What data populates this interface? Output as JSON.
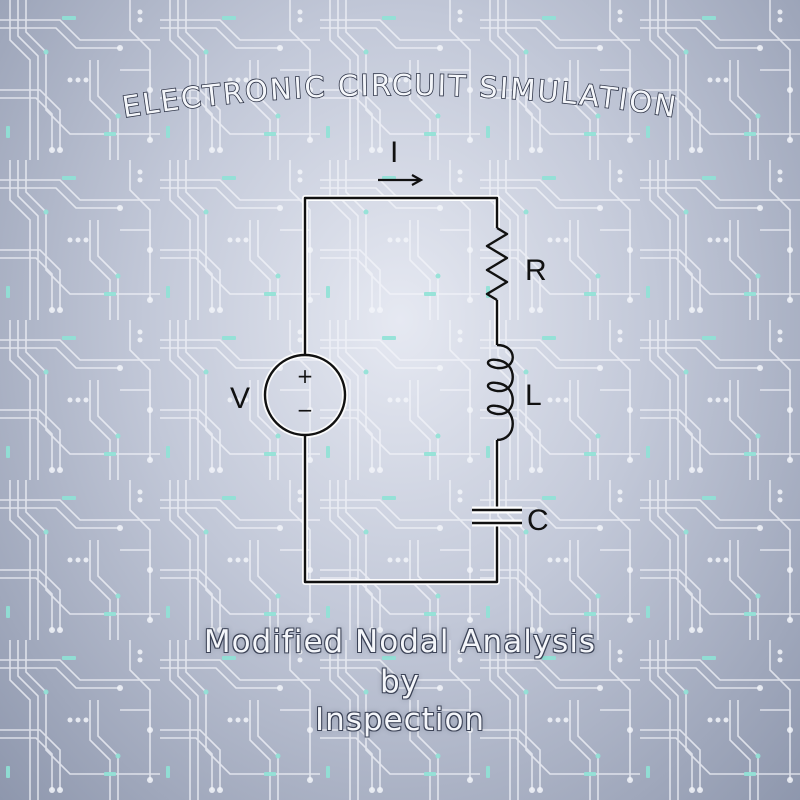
{
  "title": "ELECTRONIC CIRCUIT SIMULATION",
  "circuit": {
    "current_label": "I",
    "source_label": "V",
    "source_plus": "+",
    "source_minus": "−",
    "resistor_label": "R",
    "inductor_label": "L",
    "capacitor_label": "C"
  },
  "subtitle": {
    "line1": "Modified Nodal Analysis",
    "line2": "by",
    "line3": "Inspection"
  },
  "colors": {
    "background": "#c2c8d8",
    "traces": "#f3f5fa",
    "accent_pads": "#8fe3d6",
    "schematic_line": "#111111",
    "title_outline": "#3b4256"
  }
}
